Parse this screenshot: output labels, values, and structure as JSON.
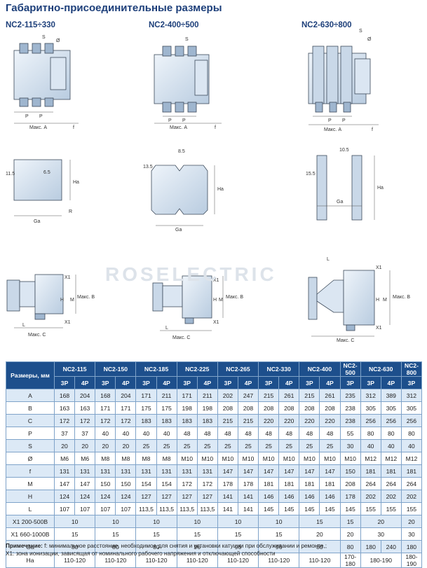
{
  "title": "Габаритно-присоединительные размеры",
  "models": [
    "NC2-115÷330",
    "NC2-400÷500",
    "NC2-630÷800"
  ],
  "drawing_labels": {
    "s": "S",
    "phi": "Ø",
    "p": "P",
    "maks_a": "Макс. A",
    "f": "f",
    "d_11_5": "11.5",
    "d_6_5": "6.5",
    "na": "Ha",
    "ga": "Ga",
    "r": "R",
    "d_8_5": "8.5",
    "d_13_5": "13.5",
    "d_10_5": "10.5",
    "d_15_5": "15.5",
    "x1": "X1",
    "h": "H",
    "m": "M",
    "maks_b": "Макс. B",
    "l": "L",
    "maks_c": "Макс. C"
  },
  "watermark": "ROSELECTRIC",
  "table": {
    "corner": "Размеры, мм",
    "groups": [
      "NC2-115",
      "NC2-150",
      "NC2-185",
      "NC2-225",
      "NC2-265",
      "NC2-330",
      "NC2-400",
      "NC2-500",
      "NC2-630",
      "NC2-800"
    ],
    "subcols": [
      "3P",
      "4P",
      "3P",
      "4P",
      "3P",
      "4P",
      "3P",
      "4P",
      "3P",
      "4P",
      "3P",
      "4P",
      "3P",
      "4P",
      "3P",
      "3P",
      "4P",
      "3P"
    ],
    "rows": [
      {
        "label": "A",
        "cells": [
          "168",
          "204",
          "168",
          "204",
          "171",
          "211",
          "171",
          "211",
          "202",
          "247",
          "215",
          "261",
          "215",
          "261",
          "235",
          "312",
          "389",
          "312"
        ]
      },
      {
        "label": "B",
        "cells": [
          "163",
          "163",
          "171",
          "171",
          "175",
          "175",
          "198",
          "198",
          "208",
          "208",
          "208",
          "208",
          "208",
          "208",
          "238",
          "305",
          "305",
          "305"
        ]
      },
      {
        "label": "C",
        "cells": [
          "172",
          "172",
          "172",
          "172",
          "183",
          "183",
          "183",
          "183",
          "215",
          "215",
          "220",
          "220",
          "220",
          "220",
          "238",
          "256",
          "256",
          "256"
        ]
      },
      {
        "label": "P",
        "cells": [
          "37",
          "37",
          "40",
          "40",
          "40",
          "40",
          "48",
          "48",
          "48",
          "48",
          "48",
          "48",
          "48",
          "48",
          "55",
          "80",
          "80",
          "80"
        ]
      },
      {
        "label": "S",
        "cells": [
          "20",
          "20",
          "20",
          "20",
          "25",
          "25",
          "25",
          "25",
          "25",
          "25",
          "25",
          "25",
          "25",
          "25",
          "30",
          "40",
          "40",
          "40"
        ]
      },
      {
        "label": "Ø",
        "cells": [
          "M6",
          "M6",
          "M8",
          "M8",
          "M8",
          "M8",
          "M10",
          "M10",
          "M10",
          "M10",
          "M10",
          "M10",
          "M10",
          "M10",
          "M10",
          "M12",
          "M12",
          "M12"
        ]
      },
      {
        "label": "f",
        "cells": [
          "131",
          "131",
          "131",
          "131",
          "131",
          "131",
          "131",
          "131",
          "147",
          "147",
          "147",
          "147",
          "147",
          "147",
          "150",
          "181",
          "181",
          "181"
        ]
      },
      {
        "label": "M",
        "cells": [
          "147",
          "147",
          "150",
          "150",
          "154",
          "154",
          "172",
          "172",
          "178",
          "178",
          "181",
          "181",
          "181",
          "181",
          "208",
          "264",
          "264",
          "264"
        ]
      },
      {
        "label": "H",
        "cells": [
          "124",
          "124",
          "124",
          "124",
          "127",
          "127",
          "127",
          "127",
          "141",
          "141",
          "146",
          "146",
          "146",
          "146",
          "178",
          "202",
          "202",
          "202"
        ]
      },
      {
        "label": "L",
        "cells": [
          "107",
          "107",
          "107",
          "107",
          "113,5",
          "113,5",
          "113,5",
          "113,5",
          "141",
          "141",
          "145",
          "145",
          "145",
          "145",
          "145",
          "155",
          "155",
          "155"
        ]
      }
    ],
    "merged_rows": [
      {
        "label": "X1 200-500В",
        "cells": [
          "10",
          "10",
          "10",
          "10",
          "10",
          "10",
          "15",
          "15",
          "20",
          "20"
        ]
      },
      {
        "label": "X1 660-1000В",
        "cells": [
          "15",
          "15",
          "15",
          "15",
          "15",
          "15",
          "20",
          "20",
          "30",
          "30"
        ]
      },
      {
        "label": "Ga",
        "cells": [
          "80",
          "80",
          "80",
          "96",
          "96",
          "96",
          "80",
          "80",
          "180|240",
          "180"
        ]
      },
      {
        "label": "Ha",
        "cells": [
          "110-120",
          "110-120",
          "110-120",
          "110-120",
          "110-120",
          "110-120",
          "110-120",
          "170-180",
          "180-190",
          "180-190"
        ]
      }
    ]
  },
  "note": {
    "heading": "Примечание:",
    "line1": " f: минимальное расстояние, необходимое для снятия и установки катушки при обслуживании и ремонте,;",
    "line2": "X1: зона ионизации, зависящая от номинального рабочего напряжения и отключающей способности"
  }
}
